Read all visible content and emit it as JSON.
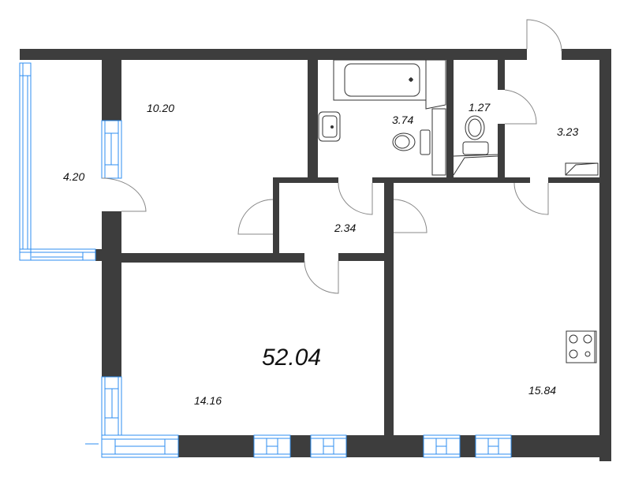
{
  "plan": {
    "total_area": "52.04",
    "rooms": [
      {
        "id": "balcony",
        "area": "4.20"
      },
      {
        "id": "bedroom",
        "area": "10.20"
      },
      {
        "id": "bathroom",
        "area": "3.74"
      },
      {
        "id": "toilet",
        "area": "1.27"
      },
      {
        "id": "entrance-hall",
        "area": "3.23"
      },
      {
        "id": "corridor",
        "area": "2.34"
      },
      {
        "id": "living-room",
        "area": "14.16"
      },
      {
        "id": "kitchen",
        "area": "15.84"
      }
    ],
    "colors": {
      "wall": "#3d3d3d",
      "window": "#2e8ef0",
      "door_arc": "#888888",
      "background": "#ffffff"
    }
  }
}
